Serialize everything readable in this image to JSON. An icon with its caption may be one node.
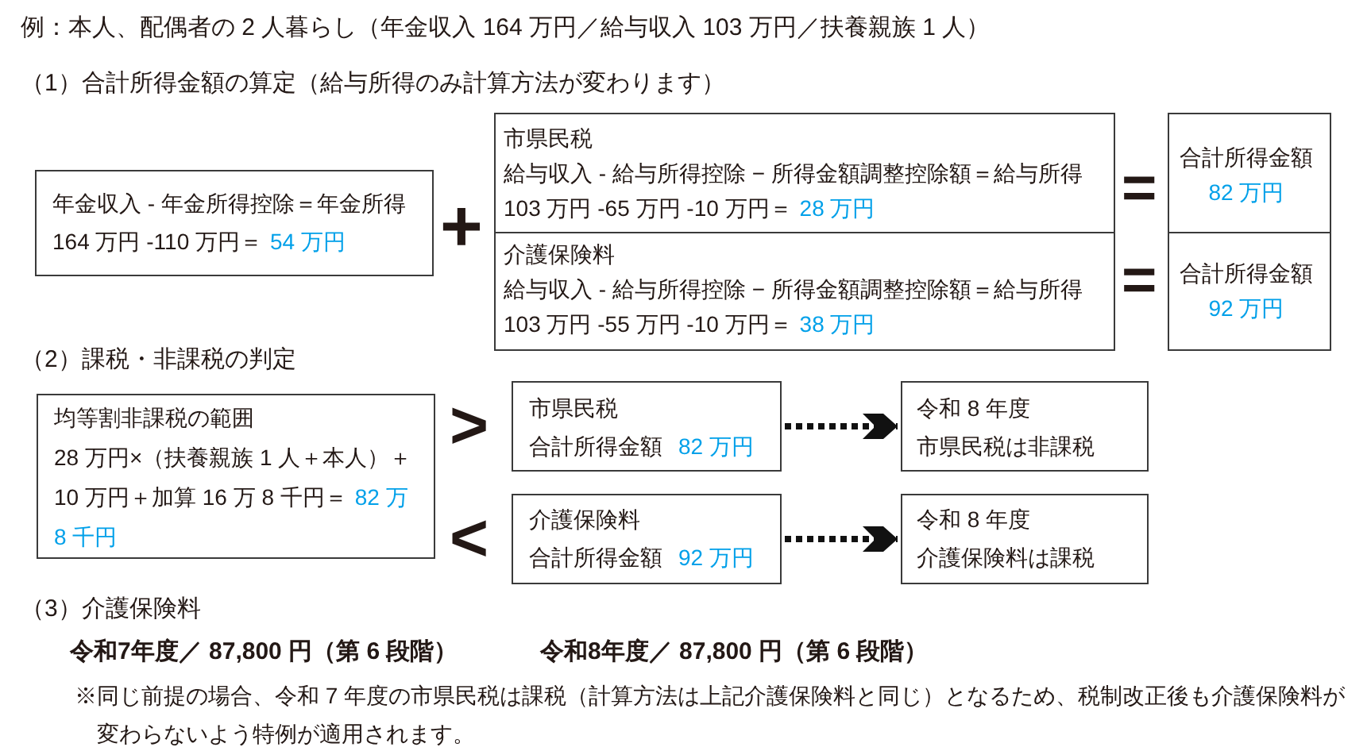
{
  "diagram": {
    "title": "例：本人、配偶者の 2 人暮らし（年金収入 164 万円／給与収入 103 万円／扶養親族 1 人）",
    "nodes": [
      {
        "text": [
          "年金収入 - 年金所得控除＝年金所得",
          "164 万円 -110 万円＝",
          "54 万円"
        ]
      },
      {
        "text": [
          "市県民税",
          "給与収入 - 給与所得控除 − 所得金額調整控除額＝給与所得",
          "103 万円 -65 万円 -10 万円＝",
          "28 万円"
        ]
      },
      {
        "text": [
          "介護保険料",
          "給与収入 - 給与所得控除 − 所得金額調整控除額＝給与所得",
          "103 万円 -55 万円 -10 万円＝",
          "38 万円"
        ]
      },
      {
        "text": [
          "合計所得金額",
          "82 万円"
        ]
      },
      {
        "text": [
          "合計所得金額",
          "92 万円"
        ]
      },
      {
        "text": [
          "均等割非課税の範囲",
          "28 万円×（扶養親族 1 人＋本人）＋10 万円＋加算 16 万 8 千円＝",
          "82 万 8 千円"
        ]
      },
      {
        "text": [
          "市県民税",
          "合計所得金額",
          "82 万円"
        ]
      },
      {
        "text": [
          "介護保険料",
          "合計所得金額",
          "92 万円"
        ]
      },
      {
        "text": [
          "令和 8 年度",
          "市県民税は非課税"
        ]
      },
      {
        "text": [
          "令和 8 年度",
          "介護保険料は課税"
        ]
      }
    ],
    "edges": [
      {
        "from": 6,
        "to": 8,
        "arrow": "to",
        "style": "dashed"
      },
      {
        "from": 7,
        "to": 9,
        "arrow": "to",
        "style": "dashed"
      }
    ],
    "labels": [
      "（1）合計所得金額の算定（給与所得のみ計算方法が変わります）",
      "+",
      "=",
      "=",
      "（2）課税・非課税の判定",
      ">",
      "<",
      "（3）介護保険料",
      "令和7年度／ 87,800 円（第 6 段階）",
      "令和8年度／ 87,800 円（第 6 段階）",
      "※同じ前提の場合、令和 7 年度の市県民税は課税（計算方法は上記介護保険料と同じ）となるため、税制改正後も介護保険料が変わらないよう特例が適用されます。"
    ]
  }
}
